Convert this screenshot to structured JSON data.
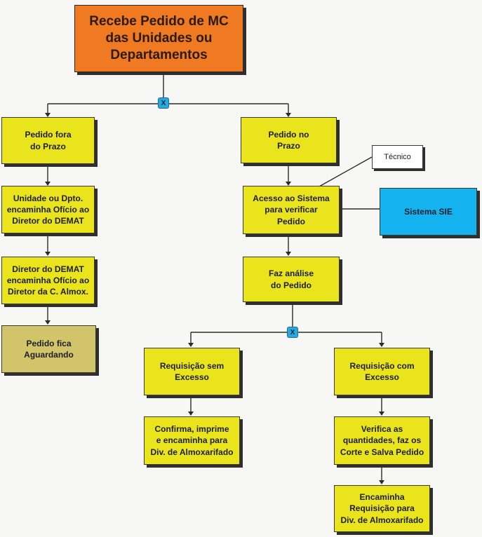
{
  "nodes": {
    "recebe": "Recebe Pedido de MC\ndas Unidades ou\nDepartamentos",
    "fora": "Pedido fora\ndo Prazo",
    "unidade": "Unidade ou Dpto.\nencaminha Ofício ao\nDiretor do DEMAT",
    "diretor": "Diretor do DEMAT\nencaminha Ofício ao\nDiretor da C. Almox.",
    "aguardando": "Pedido fica\nAguardando",
    "noprazo": "Pedido no\nPrazo",
    "tecnico": "Técnico",
    "acesso": "Acesso ao Sistema\npara verificar\nPedido",
    "sie": "Sistema SIE",
    "analise": "Faz análise\ndo Pedido",
    "semexcesso": "Requisição sem\nExcesso",
    "comexcesso": "Requisição com\nExcesso",
    "confirma": "Confirma, imprime\ne encaminha para\nDiv. de Almoxarifado",
    "verifica": "Verifica as\nquantidades, faz os\nCorte e Salva Pedido",
    "encaminha": "Encaminha\nRequisição para\nDiv. de Almoxarifado"
  },
  "gates": {
    "top": "X",
    "mid": "X"
  },
  "colors": {
    "process": "#e9e41c",
    "start": "#ef7a22",
    "waiting": "#d1c46a",
    "system": "#14b2ee",
    "gateway": "#28a8e0"
  }
}
